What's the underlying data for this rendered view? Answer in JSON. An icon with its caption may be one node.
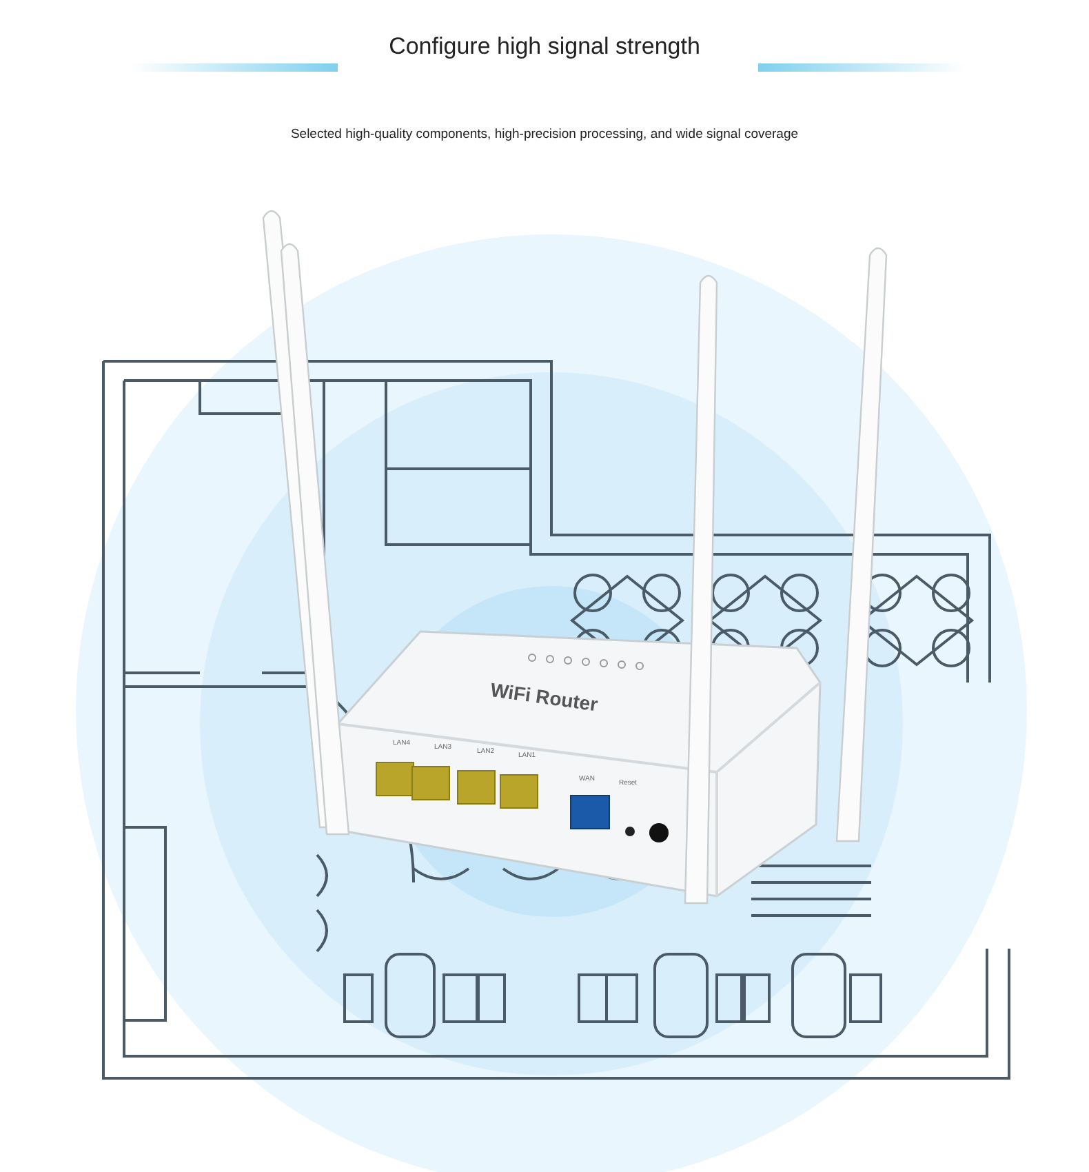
{
  "diagram": {
    "title": "Configure high signal strength",
    "labels": [
      "Selected high-quality components, high-precision processing, and wide signal coverage",
      "WiFi Router",
      "LAN4",
      "LAN3",
      "LAN2",
      "LAN1",
      "WAN",
      "Reset"
    ]
  }
}
